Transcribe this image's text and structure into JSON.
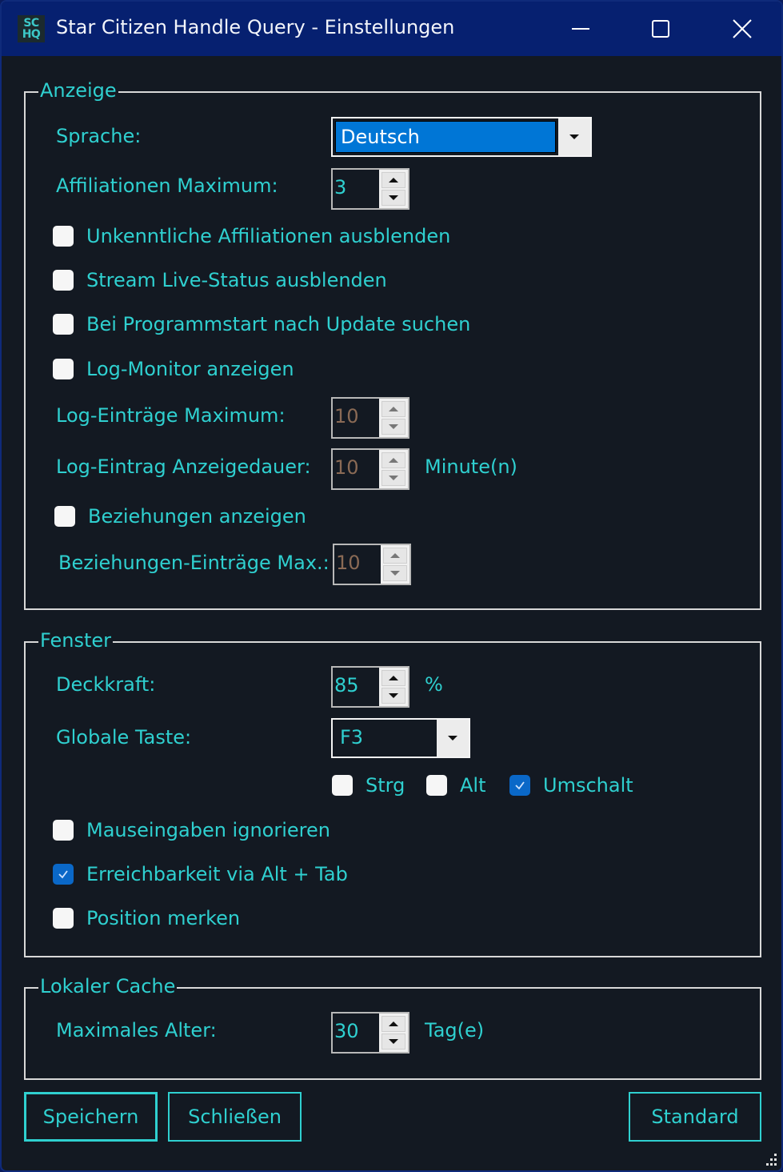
{
  "window": {
    "title": "Star Citizen Handle Query - Einstellungen",
    "icon_text": [
      "SC",
      "HQ"
    ],
    "controls": {
      "minimize": "minimize-icon",
      "maximize": "maximize-icon",
      "close": "close-icon"
    }
  },
  "colors": {
    "titlebar": "#062070",
    "background": "#131922",
    "accent_text": "#2fd0d0",
    "selection": "#0076d6",
    "checkbox_checked": "#0a68c8",
    "group_border": "#d8d8d8"
  },
  "anzeige": {
    "legend": "Anzeige",
    "sprache_label": "Sprache:",
    "sprache_value": "Deutsch",
    "affiliationen_label": "Affiliationen Maximum:",
    "affiliationen_value": "3",
    "checkboxes": [
      {
        "label": "Unkenntliche Affiliationen ausblenden",
        "checked": false
      },
      {
        "label": "Stream Live-Status ausblenden",
        "checked": false
      },
      {
        "label": "Bei Programmstart nach Update suchen",
        "checked": false
      },
      {
        "label": "Log-Monitor anzeigen",
        "checked": false
      }
    ],
    "log_max_label": "Log-Einträge Maximum:",
    "log_max_value": "10",
    "log_dauer_label": "Log-Eintrag Anzeigedauer:",
    "log_dauer_value": "10",
    "log_dauer_unit": "Minute(n)",
    "beziehungen_label": "Beziehungen anzeigen",
    "beziehungen_checked": false,
    "beziehungen_max_label": "Beziehungen-Einträge Max.:",
    "beziehungen_max_value": "10"
  },
  "fenster": {
    "legend": "Fenster",
    "deckkraft_label": "Deckkraft:",
    "deckkraft_value": "85",
    "deckkraft_unit": "%",
    "taste_label": "Globale Taste:",
    "taste_value": "F3",
    "modifiers": [
      {
        "label": "Strg",
        "checked": false
      },
      {
        "label": "Alt",
        "checked": false
      },
      {
        "label": "Umschalt",
        "checked": true
      }
    ],
    "checkboxes": [
      {
        "label": "Mauseingaben ignorieren",
        "checked": false
      },
      {
        "label": "Erreichbarkeit via Alt + Tab",
        "checked": true
      },
      {
        "label": "Position merken",
        "checked": false
      }
    ]
  },
  "cache": {
    "legend": "Lokaler Cache",
    "alter_label": "Maximales Alter:",
    "alter_value": "30",
    "alter_unit": "Tag(e)"
  },
  "buttons": {
    "save": "Speichern",
    "close": "Schließen",
    "default": "Standard"
  }
}
